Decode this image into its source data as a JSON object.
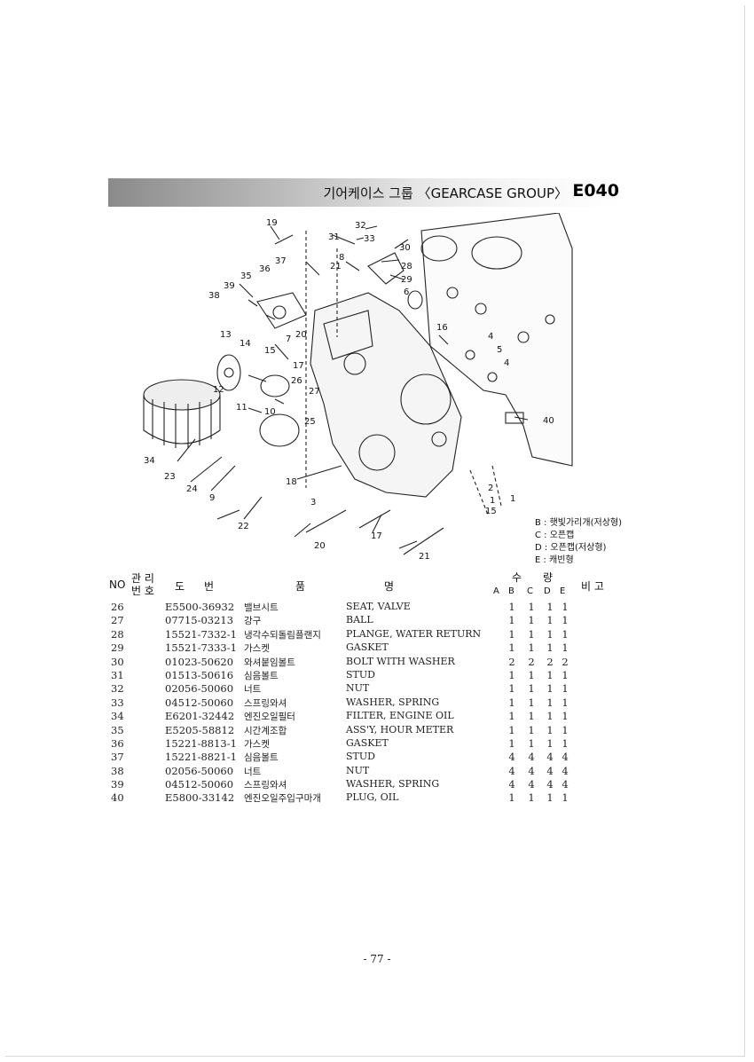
{
  "header": {
    "title": "기어케이스 그룹 〈GEARCASE GROUP〉",
    "code": "E040"
  },
  "diagram_callouts": [
    "1",
    "2",
    "3",
    "4",
    "4",
    "5",
    "6",
    "7",
    "8",
    "9",
    "10",
    "11",
    "12",
    "13",
    "14",
    "15",
    "15",
    "16",
    "17",
    "17",
    "18",
    "19",
    "20",
    "20",
    "21",
    "21",
    "22",
    "23",
    "24",
    "25",
    "26",
    "27",
    "28",
    "29",
    "30",
    "31",
    "32",
    "33",
    "34",
    "35",
    "36",
    "37",
    "38",
    "39",
    "40"
  ],
  "legend": [
    "B : 햇빛가리개(저상형)",
    "C : 오픈캡",
    "D : 오픈캡(저상형)",
    "E : 캐빈형"
  ],
  "table": {
    "headers": {
      "no": "NO",
      "mgmt_1": "관 리",
      "mgmt_2": "번 호",
      "drawing_1": "도",
      "drawing_2": "번",
      "name_1": "품",
      "name_2": "명",
      "qty_1": "수",
      "qty_2": "량",
      "qty_cols": [
        "A",
        "B",
        "C",
        "D",
        "E"
      ],
      "remarks": "비 고"
    },
    "rows": [
      {
        "no": "26",
        "code": "E5500-36932",
        "kr": "밸브시트",
        "en": "SEAT, VALVE",
        "qty": [
          "1",
          "1",
          "1",
          "1"
        ]
      },
      {
        "no": "27",
        "code": "07715-03213",
        "kr": "강구",
        "en": "BALL",
        "qty": [
          "1",
          "1",
          "1",
          "1"
        ]
      },
      {
        "no": "28",
        "code": "15521-7332-1",
        "kr": "냉각수되돌림플랜지",
        "en": "PLANGE, WATER RETURN",
        "qty": [
          "1",
          "1",
          "1",
          "1"
        ]
      },
      {
        "no": "29",
        "code": "15521-7333-1",
        "kr": "가스켓",
        "en": "GASKET",
        "qty": [
          "1",
          "1",
          "1",
          "1"
        ]
      },
      {
        "no": "30",
        "code": "01023-50620",
        "kr": "와셔붙임볼트",
        "en": "BOLT WITH WASHER",
        "qty": [
          "2",
          "2",
          "2",
          "2"
        ]
      },
      {
        "no": "31",
        "code": "01513-50616",
        "kr": "심음볼트",
        "en": "STUD",
        "qty": [
          "1",
          "1",
          "1",
          "1"
        ]
      },
      {
        "no": "32",
        "code": "02056-50060",
        "kr": "너트",
        "en": "NUT",
        "qty": [
          "1",
          "1",
          "1",
          "1"
        ]
      },
      {
        "no": "33",
        "code": "04512-50060",
        "kr": "스프링와셔",
        "en": "WASHER, SPRING",
        "qty": [
          "1",
          "1",
          "1",
          "1"
        ]
      },
      {
        "no": "34",
        "code": "E6201-32442",
        "kr": "엔진오일필터",
        "en": "FILTER, ENGINE OIL",
        "qty": [
          "1",
          "1",
          "1",
          "1"
        ]
      },
      {
        "no": "35",
        "code": "E5205-58812",
        "kr": "시간계조합",
        "en": "ASS'Y, HOUR METER",
        "qty": [
          "1",
          "1",
          "1",
          "1"
        ]
      },
      {
        "no": "36",
        "code": "15221-8813-1",
        "kr": "가스켓",
        "en": "GASKET",
        "qty": [
          "1",
          "1",
          "1",
          "1"
        ]
      },
      {
        "no": "37",
        "code": "15221-8821-1",
        "kr": "심음볼트",
        "en": "STUD",
        "qty": [
          "4",
          "4",
          "4",
          "4"
        ]
      },
      {
        "no": "38",
        "code": "02056-50060",
        "kr": "너트",
        "en": "NUT",
        "qty": [
          "4",
          "4",
          "4",
          "4"
        ]
      },
      {
        "no": "39",
        "code": "04512-50060",
        "kr": "스프링와셔",
        "en": "WASHER, SPRING",
        "qty": [
          "4",
          "4",
          "4",
          "4"
        ]
      },
      {
        "no": "40",
        "code": "E5800-33142",
        "kr": "엔진오일주입구마개",
        "en": "PLUG, OIL",
        "qty": [
          "1",
          "1",
          "1",
          "1"
        ]
      }
    ]
  },
  "footer": {
    "page_number": "- 77 -"
  }
}
